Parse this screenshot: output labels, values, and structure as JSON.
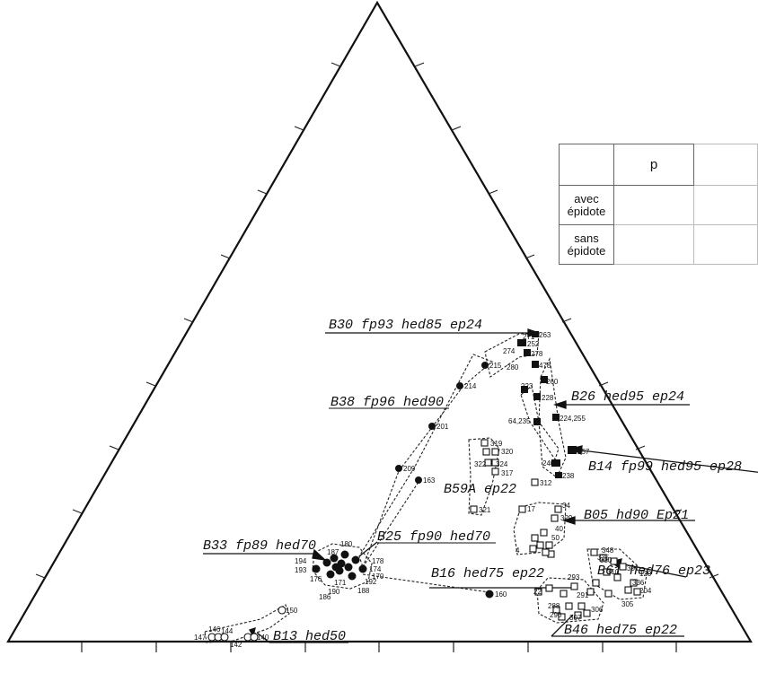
{
  "legend": {
    "col_p": "p",
    "row1": [
      "avec",
      "épidote"
    ],
    "row2": [
      "sans",
      "épidote"
    ]
  },
  "sample_labels": [
    {
      "id": "B30",
      "text": "B30 fp93 hed85 ep24"
    },
    {
      "id": "B38",
      "text": "B38 fp96 hed90"
    },
    {
      "id": "B26",
      "text": "B26 hed95 ep24"
    },
    {
      "id": "B14",
      "text": "B14 fp99 hed95 ep28"
    },
    {
      "id": "B59A",
      "text": "B59A ep22"
    },
    {
      "id": "B05",
      "text": "B05 hd90 Ep21"
    },
    {
      "id": "B33",
      "text": "B33 fp89 hed70"
    },
    {
      "id": "B25",
      "text": "B25 fp90 hed70"
    },
    {
      "id": "B61",
      "text": "B61 hed76 ep23"
    },
    {
      "id": "B16",
      "text": "B16 hed75 ep22"
    },
    {
      "id": "B46",
      "text": "B46 hed75 ep22"
    },
    {
      "id": "B13",
      "text": "B13 hed50"
    }
  ],
  "points": {
    "filled_square": [
      "263",
      "252",
      "278",
      "260",
      "478",
      "228",
      "224,255",
      "257",
      "240",
      "238"
    ],
    "filled_circle": [
      "215",
      "214",
      "201",
      "209",
      "163",
      "160",
      "194",
      "193",
      "176",
      "186",
      "190",
      "188",
      "174",
      "170",
      "178",
      "187",
      "180",
      "192",
      "171"
    ],
    "open_square": [
      "319",
      "320",
      "324",
      "317",
      "312",
      "321",
      "17",
      "34",
      "329",
      "40",
      "50",
      "22",
      "330",
      "301",
      "120",
      "336",
      "204",
      "305",
      "306",
      "307",
      "291",
      "293",
      "288",
      "290"
    ],
    "open_circle": [
      "150",
      "146",
      "144",
      "147",
      "140",
      "142"
    ],
    "other_numbers": [
      "271",
      "274",
      "280",
      "223",
      "64,235",
      "322",
      "4",
      "348",
      "335",
      "310"
    ]
  }
}
